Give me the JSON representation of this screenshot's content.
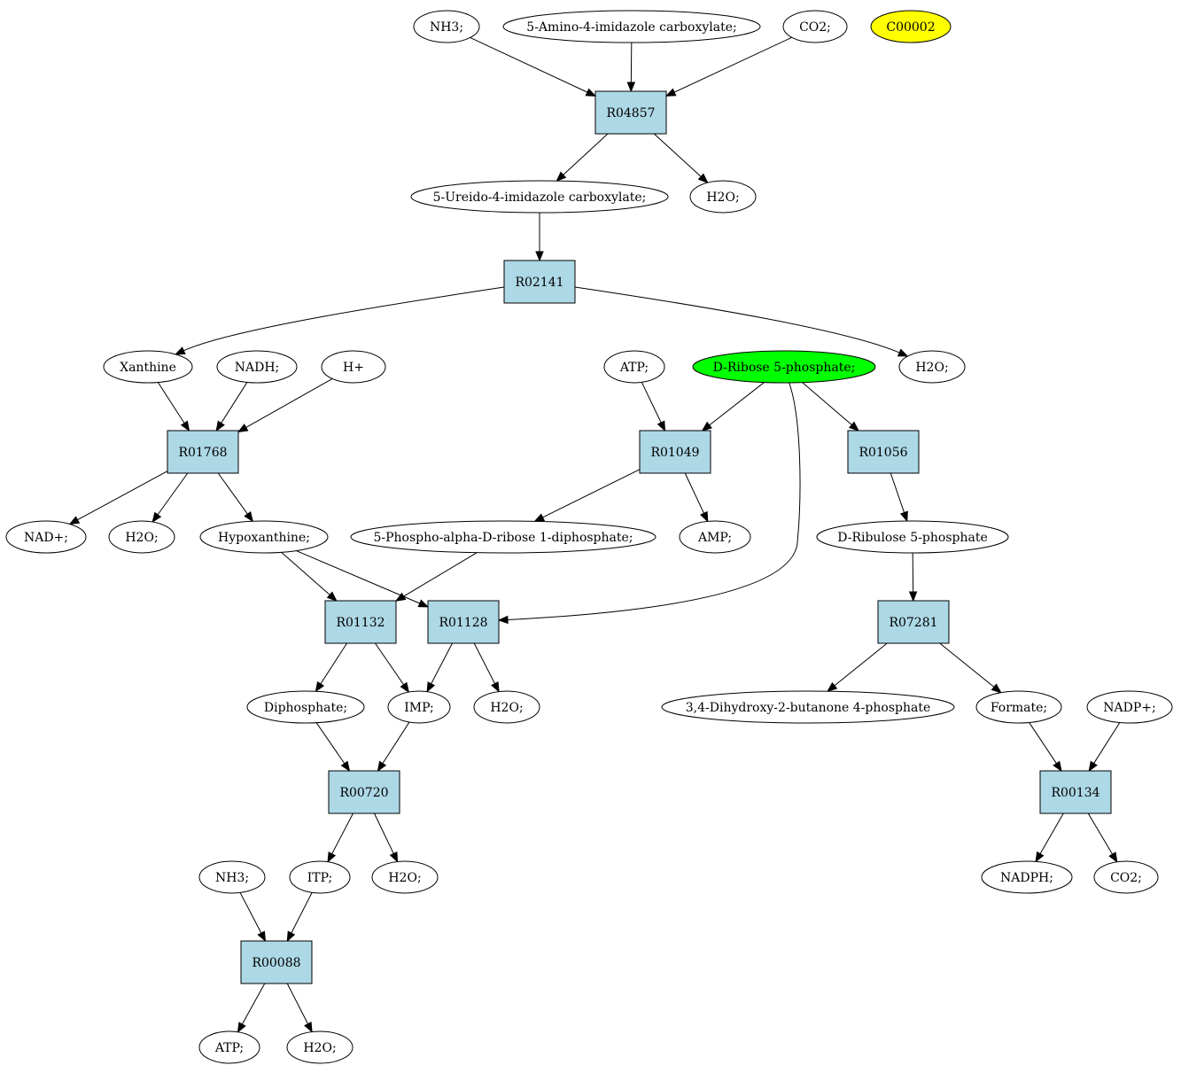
{
  "colors": {
    "reaction_fill": "#add8e6",
    "compound_fill": "#ffffff",
    "highlight_start": "#00ff00",
    "highlight_target": "#ffff00",
    "stroke": "#000000"
  },
  "diagram": {
    "nodes": [
      {
        "id": "nh3_a",
        "label": "NH3;",
        "kind": "compound"
      },
      {
        "id": "aica",
        "label": "5-Amino-4-imidazole carboxylate;",
        "kind": "compound"
      },
      {
        "id": "co2_a",
        "label": "CO2;",
        "kind": "compound"
      },
      {
        "id": "c00002",
        "label": "C00002",
        "kind": "target"
      },
      {
        "id": "r04857",
        "label": "R04857",
        "kind": "reaction"
      },
      {
        "id": "uica",
        "label": "5-Ureido-4-imidazole carboxylate;",
        "kind": "compound"
      },
      {
        "id": "h2o_a",
        "label": "H2O;",
        "kind": "compound"
      },
      {
        "id": "r02141",
        "label": "R02141",
        "kind": "reaction"
      },
      {
        "id": "xanthine",
        "label": "Xanthine",
        "kind": "compound"
      },
      {
        "id": "nadh",
        "label": "NADH;",
        "kind": "compound"
      },
      {
        "id": "hplus",
        "label": "H+",
        "kind": "compound"
      },
      {
        "id": "atp_a",
        "label": "ATP;",
        "kind": "compound"
      },
      {
        "id": "r5p",
        "label": "D-Ribose 5-phosphate;",
        "kind": "start"
      },
      {
        "id": "h2o_b",
        "label": "H2O;",
        "kind": "compound"
      },
      {
        "id": "r01768",
        "label": "R01768",
        "kind": "reaction"
      },
      {
        "id": "r01049",
        "label": "R01049",
        "kind": "reaction"
      },
      {
        "id": "r01056",
        "label": "R01056",
        "kind": "reaction"
      },
      {
        "id": "nadplus",
        "label": "NAD+;",
        "kind": "compound"
      },
      {
        "id": "h2o_c",
        "label": "H2O;",
        "kind": "compound"
      },
      {
        "id": "hypox",
        "label": "Hypoxanthine;",
        "kind": "compound"
      },
      {
        "id": "prpp",
        "label": "5-Phospho-alpha-D-ribose 1-diphosphate;",
        "kind": "compound"
      },
      {
        "id": "amp",
        "label": "AMP;",
        "kind": "compound"
      },
      {
        "id": "ru5p",
        "label": "D-Ribulose 5-phosphate",
        "kind": "compound"
      },
      {
        "id": "r01132",
        "label": "R01132",
        "kind": "reaction"
      },
      {
        "id": "r01128",
        "label": "R01128",
        "kind": "reaction"
      },
      {
        "id": "r07281",
        "label": "R07281",
        "kind": "reaction"
      },
      {
        "id": "ppi",
        "label": "Diphosphate;",
        "kind": "compound"
      },
      {
        "id": "imp",
        "label": "IMP;",
        "kind": "compound"
      },
      {
        "id": "h2o_d",
        "label": "H2O;",
        "kind": "compound"
      },
      {
        "id": "dhbp",
        "label": "3,4-Dihydroxy-2-butanone 4-phosphate",
        "kind": "compound"
      },
      {
        "id": "formate",
        "label": "Formate;",
        "kind": "compound"
      },
      {
        "id": "nadpplus",
        "label": "NADP+;",
        "kind": "compound"
      },
      {
        "id": "r00720",
        "label": "R00720",
        "kind": "reaction"
      },
      {
        "id": "r00134",
        "label": "R00134",
        "kind": "reaction"
      },
      {
        "id": "nh3_b",
        "label": "NH3;",
        "kind": "compound"
      },
      {
        "id": "itp",
        "label": "ITP;",
        "kind": "compound"
      },
      {
        "id": "h2o_e",
        "label": "H2O;",
        "kind": "compound"
      },
      {
        "id": "nadph",
        "label": "NADPH;",
        "kind": "compound"
      },
      {
        "id": "co2_b",
        "label": "CO2;",
        "kind": "compound"
      },
      {
        "id": "r00088",
        "label": "R00088",
        "kind": "reaction"
      },
      {
        "id": "atp_b",
        "label": "ATP;",
        "kind": "compound"
      },
      {
        "id": "h2o_f",
        "label": "H2O;",
        "kind": "compound"
      }
    ],
    "edges": [
      {
        "from": "nh3_a",
        "to": "r04857"
      },
      {
        "from": "aica",
        "to": "r04857"
      },
      {
        "from": "co2_a",
        "to": "r04857"
      },
      {
        "from": "r04857",
        "to": "uica"
      },
      {
        "from": "r04857",
        "to": "h2o_a"
      },
      {
        "from": "uica",
        "to": "r02141"
      },
      {
        "from": "r02141",
        "to": "xanthine"
      },
      {
        "from": "r02141",
        "to": "h2o_b"
      },
      {
        "from": "xanthine",
        "to": "r01768"
      },
      {
        "from": "nadh",
        "to": "r01768"
      },
      {
        "from": "hplus",
        "to": "r01768"
      },
      {
        "from": "atp_a",
        "to": "r01049"
      },
      {
        "from": "r5p",
        "to": "r01049"
      },
      {
        "from": "r5p",
        "to": "r01056"
      },
      {
        "from": "r5p",
        "to": "r01128"
      },
      {
        "from": "r01768",
        "to": "nadplus"
      },
      {
        "from": "r01768",
        "to": "h2o_c"
      },
      {
        "from": "r01768",
        "to": "hypox"
      },
      {
        "from": "r01049",
        "to": "prpp"
      },
      {
        "from": "r01049",
        "to": "amp"
      },
      {
        "from": "r01056",
        "to": "ru5p"
      },
      {
        "from": "hypox",
        "to": "r01132"
      },
      {
        "from": "hypox",
        "to": "r01128"
      },
      {
        "from": "prpp",
        "to": "r01132"
      },
      {
        "from": "ru5p",
        "to": "r07281"
      },
      {
        "from": "r01132",
        "to": "ppi"
      },
      {
        "from": "r01132",
        "to": "imp"
      },
      {
        "from": "r01128",
        "to": "imp"
      },
      {
        "from": "r01128",
        "to": "h2o_d"
      },
      {
        "from": "r07281",
        "to": "dhbp"
      },
      {
        "from": "r07281",
        "to": "formate"
      },
      {
        "from": "ppi",
        "to": "r00720"
      },
      {
        "from": "imp",
        "to": "r00720"
      },
      {
        "from": "formate",
        "to": "r00134"
      },
      {
        "from": "nadpplus",
        "to": "r00134"
      },
      {
        "from": "r00720",
        "to": "itp"
      },
      {
        "from": "r00720",
        "to": "h2o_e"
      },
      {
        "from": "r00134",
        "to": "nadph"
      },
      {
        "from": "r00134",
        "to": "co2_b"
      },
      {
        "from": "nh3_b",
        "to": "r00088"
      },
      {
        "from": "itp",
        "to": "r00088"
      },
      {
        "from": "r00088",
        "to": "atp_b"
      },
      {
        "from": "r00088",
        "to": "h2o_f"
      }
    ]
  }
}
